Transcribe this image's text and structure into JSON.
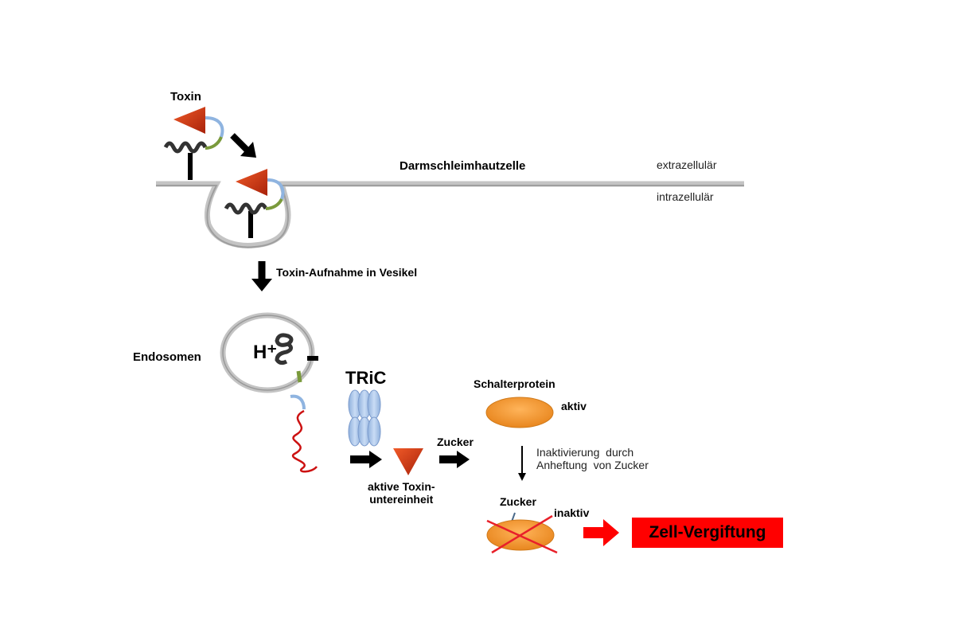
{
  "diagram": {
    "labels": {
      "toxin": "Toxin",
      "cell": "Darmschleimhautzelle",
      "extracellular": "extrazellulär",
      "intracellular": "intrazellulär",
      "uptake": "Toxin-Aufnahme in Vesikel",
      "endosome": "Endosomen",
      "proton": "H⁺",
      "chaperone": "TRiC",
      "switch_protein": "Schalterprotein",
      "active": "aktiv",
      "sugar_arrow": "Zucker",
      "subunit_line1": "aktive Toxin-",
      "subunit_line2": "untereinheit",
      "inactivation_line1": "Inaktivierung  durch",
      "inactivation_line2": "Anheftung  von Zucker",
      "sugar_attached": "Zucker",
      "inactive": "inaktiv",
      "result": "Zell-Vergiftung"
    },
    "colors": {
      "toxin_red": "#d8380f",
      "linker_blue": "#8fb4e0",
      "linker_green": "#7a9a3c",
      "membrane_gray": "#bdbdbd",
      "receptor_black": "#000000",
      "tric_blue": "#a9c6ec",
      "switch_orange": "#f39a34",
      "result_red": "#ff0000",
      "unfolded_red": "#cc1111"
    }
  }
}
